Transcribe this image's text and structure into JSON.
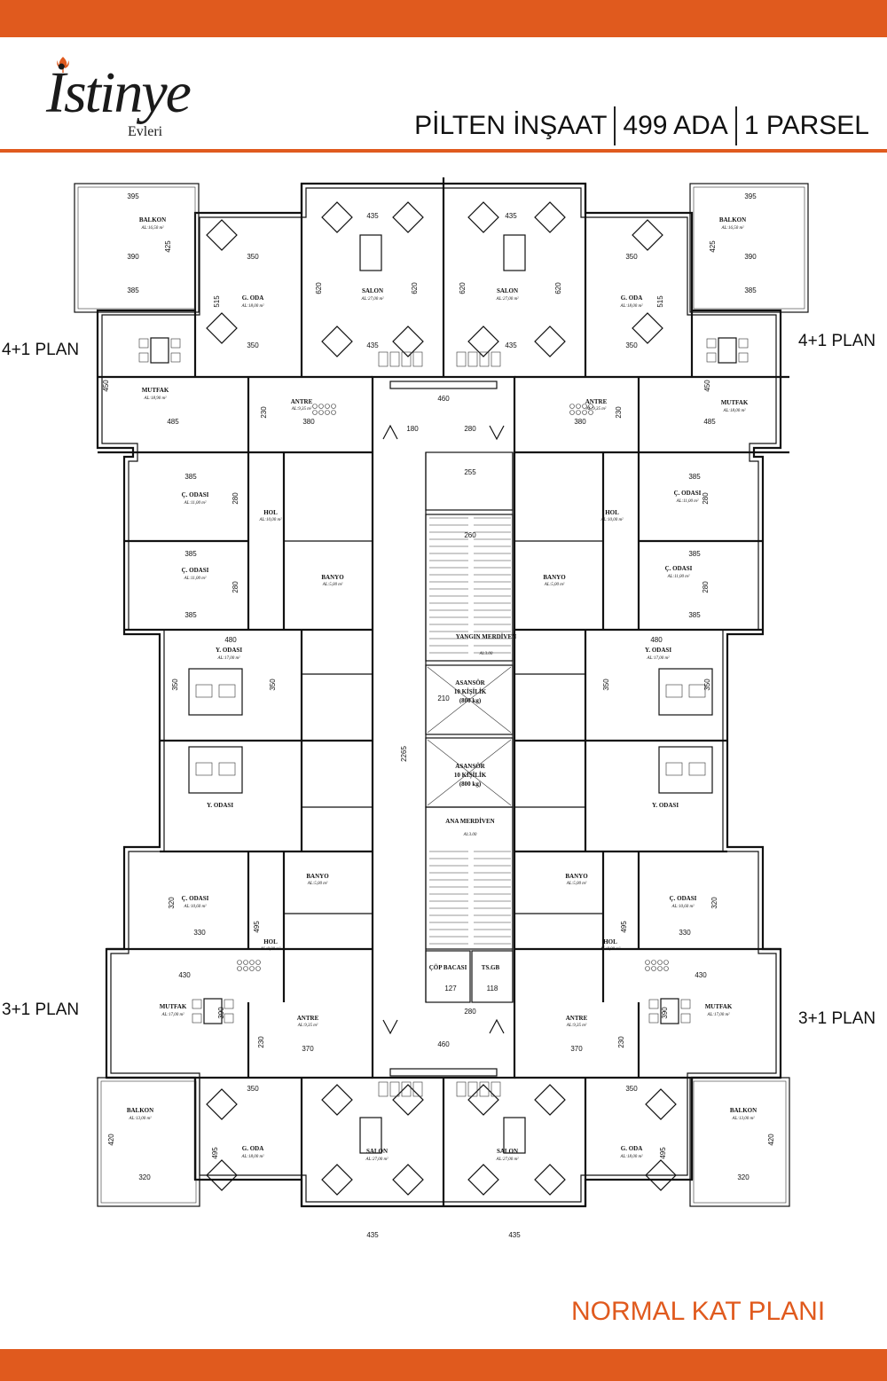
{
  "colors": {
    "accent": "#e05a1e",
    "ink": "#111111"
  },
  "logo": {
    "word": "İstinye",
    "sub": "Evleri",
    "icon": "tulip-icon"
  },
  "header": {
    "company": "PİLTEN İNŞAAT",
    "block": "499 ADA",
    "parcel": "1 PARSEL"
  },
  "plan_labels": {
    "top_left": "4+1 PLAN",
    "top_right": "4+1 PLAN",
    "bottom_left": "3+1 PLAN",
    "bottom_right": "3+1 PLAN"
  },
  "plan_title": "NORMAL KAT PLANI",
  "core": {
    "dims": {
      "corridor_length": "2265",
      "core_width_top": "460",
      "core_width_bottom": "460"
    },
    "fire_stair": {
      "label": "YANGIN MERDİVEN",
      "level": "Al:3.00"
    },
    "main_stair": {
      "label": "ANA MERDİVEN",
      "level": "Al:3.00"
    },
    "elevator_1": {
      "label": "ASANSÖR",
      "capacity": "10 KİŞİLİK",
      "load": "(800 kg)"
    },
    "elevator_2": {
      "label": "ASANSÖR",
      "capacity": "10 KİŞİLİK",
      "load": "(800 kg)"
    },
    "garbage": "ÇÖP BACASI",
    "shaft": "TS.GB"
  },
  "rooms": {
    "tl_balkon": {
      "name": "BALKON",
      "area": "AL:16,50 m²"
    },
    "tl_g_oda": {
      "name": "G. ODA",
      "area": "AL:18,00 m²"
    },
    "tl_salon": {
      "name": "SALON",
      "area": "AL:27,00 m²"
    },
    "tl_mutfak": {
      "name": "MUTFAK",
      "area": "AL:18,90 m²"
    },
    "tl_antre": {
      "name": "ANTRE",
      "area": "AL:9,35 m²"
    },
    "tl_c_odasi_1": {
      "name": "Ç. ODASI",
      "area": "AL:11,00 m²"
    },
    "tl_c_odasi_2": {
      "name": "Ç. ODASI",
      "area": "AL:11,00 m²"
    },
    "tl_hol": {
      "name": "HOL",
      "area": "AL:10,00 m²"
    },
    "tl_banyo": {
      "name": "BANYO",
      "area": "AL:5,00 m²"
    },
    "tl_y_odasi": {
      "name": "Y. ODASI",
      "area": "AL:17,00 m²"
    },
    "tr_balkon": {
      "name": "BALKON",
      "area": "AL:16,50 m²"
    },
    "tr_g_oda": {
      "name": "G. ODA",
      "area": "AL:18,00 m²"
    },
    "tr_salon": {
      "name": "SALON",
      "area": "AL:27,00 m²"
    },
    "tr_mutfak": {
      "name": "MUTFAK",
      "area": "AL:18,00 m²"
    },
    "tr_antre": {
      "name": "ANTRE",
      "area": "AL:9,35 m²"
    },
    "tr_c_odasi_1": {
      "name": "Ç. ODASI",
      "area": "AL:11,00 m²"
    },
    "tr_c_odasi_2": {
      "name": "Ç. ODASI",
      "area": "AL:11,00 m²"
    },
    "tr_hol": {
      "name": "HOL",
      "area": "AL:10,00 m²"
    },
    "tr_banyo": {
      "name": "BANYO",
      "area": "AL:5,00 m²"
    },
    "tr_y_odasi": {
      "name": "Y. ODASI",
      "area": "AL:17,00 m²"
    },
    "bl_y_odasi": {
      "name": "Y. ODASI",
      "area": ""
    },
    "bl_c_odasi": {
      "name": "Ç. ODASI",
      "area": "AL:10,60 m²"
    },
    "bl_hol": {
      "name": "HOL",
      "area": "AL:8,00 m²"
    },
    "bl_banyo": {
      "name": "BANYO",
      "area": "AL:5,00 m²"
    },
    "bl_mutfak": {
      "name": "MUTFAK",
      "area": "AL:17,00 m²"
    },
    "bl_antre": {
      "name": "ANTRE",
      "area": "AL:9,35 m²"
    },
    "bl_balkon": {
      "name": "BALKON",
      "area": "AL:13,00 m²"
    },
    "bl_g_oda": {
      "name": "G. ODA",
      "area": "AL:18,00 m²"
    },
    "bl_salon": {
      "name": "SALON",
      "area": "AL:27,00 m²"
    },
    "br_y_odasi": {
      "name": "Y. ODASI",
      "area": ""
    },
    "br_c_odasi": {
      "name": "Ç. ODASI",
      "area": "AL:10,60 m²"
    },
    "br_hol": {
      "name": "HOL",
      "area": "AL:8,00 m²"
    },
    "br_banyo": {
      "name": "BANYO",
      "area": "AL:5,00 m²"
    },
    "br_mutfak": {
      "name": "MUTFAK",
      "area": "AL:17,00 m²"
    },
    "br_antre": {
      "name": "ANTRE",
      "area": "AL:9,35 m²"
    },
    "br_balkon": {
      "name": "BALKON",
      "area": "AL:13,00 m²"
    },
    "br_g_oda": {
      "name": "G. ODA",
      "area": "AL:18,00 m²"
    },
    "br_salon": {
      "name": "SALON",
      "area": "AL:27,00 m²"
    }
  },
  "dims": {
    "tl_balkon_w": "395",
    "tl_balkon_w2": "390",
    "tl_balkon_w3": "385",
    "tl_balkon_h": "425",
    "tl_goda_w": "350",
    "tl_goda_h": "515",
    "tl_salon_w": "435",
    "tl_salon_h": "620",
    "tl_mutfak_h": "450",
    "tl_mutfak_w": "485",
    "tl_antre_w": "380",
    "tl_antre_h": "230",
    "tl_codasi_w": "385",
    "tl_codasi_h": "280",
    "tl_yodasi_w": "480",
    "tl_yodasi_h": "350",
    "tr_balkon_w": "395",
    "tr_balkon_w2": "390",
    "tr_balkon_w3": "385",
    "tr_balkon_h": "425",
    "tr_goda_w": "350",
    "tr_goda_h": "515",
    "tr_salon_w": "435",
    "tr_salon_h": "620",
    "tr_mutfak_h": "450",
    "tr_mutfak_w": "485",
    "tr_antre_w": "380",
    "tr_antre_h": "230",
    "tr_codasi_w": "385",
    "tr_codasi_h": "280",
    "tr_yodasi_w": "480",
    "tr_yodasi_h": "350",
    "bl_codasi_w": "330",
    "bl_codasi_h": "320",
    "bl_hol_h": "495",
    "bl_mutfak_w": "430",
    "bl_mutfak_h": "390",
    "bl_antre_w": "370",
    "bl_antre_h": "230",
    "bl_balkon_w": "320",
    "bl_balkon_h": "420",
    "bl_goda_w": "350",
    "bl_goda_h": "495",
    "bl_salon_w": "435",
    "br_codasi_w": "330",
    "br_codasi_h": "320",
    "br_hol_h": "495",
    "br_mutfak_w": "430",
    "br_mutfak_h": "390",
    "br_antre_w": "370",
    "br_antre_h": "230",
    "br_balkon_w": "320",
    "br_balkon_h": "420",
    "br_goda_w": "350",
    "br_goda_h": "495",
    "br_salon_w": "435",
    "core_180": "180",
    "core_280": "280",
    "core_255": "255",
    "core_260": "260",
    "core_210": "210",
    "core_127": "127",
    "core_118": "118"
  }
}
